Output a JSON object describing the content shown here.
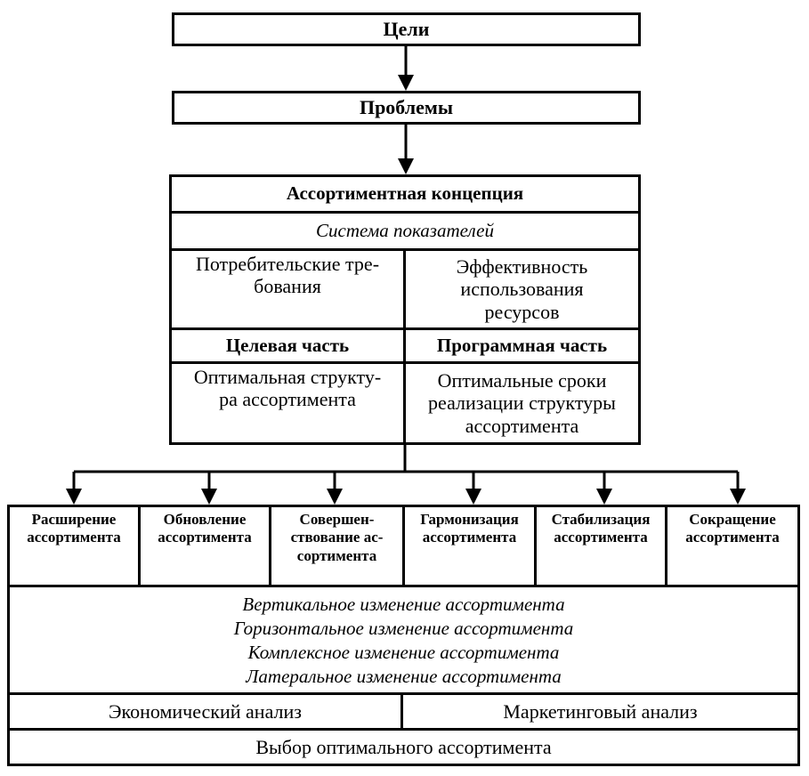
{
  "diagram": {
    "goals": "Цели",
    "problems": "Проблемы",
    "concept": {
      "title": "Ассортиментная концепция",
      "indicators": "Система показателей",
      "consumer_requirements": "Потребительские тре-\nбования",
      "resource_efficiency": "Эффективность\nиспользования\nресурсов",
      "target_part": "Целевая часть",
      "program_part": "Программная часть",
      "optimal_structure": "Оптимальная структу-\nра ассортимента",
      "optimal_terms": "Оптимальные сроки\nреализации структуры\nассортимента"
    },
    "actions": [
      "Расширение\nассортимента",
      "Обновление\nассортимента",
      "Совершен-\nствование ас-\nсортимента",
      "Гармонизация\nассортимента",
      "Стабилизация\nассортимента",
      "Сокращение\nассортимента"
    ],
    "changes": [
      "Вертикальное изменение ассортимента",
      "Горизонтальное изменение ассортимента",
      "Комплексное изменение ассортимента",
      "Латеральное изменение ассортимента"
    ],
    "economic_analysis": "Экономический анализ",
    "marketing_analysis": "Маркетинговый анализ",
    "optimal_choice": "Выбор оптимального ассортимента"
  }
}
